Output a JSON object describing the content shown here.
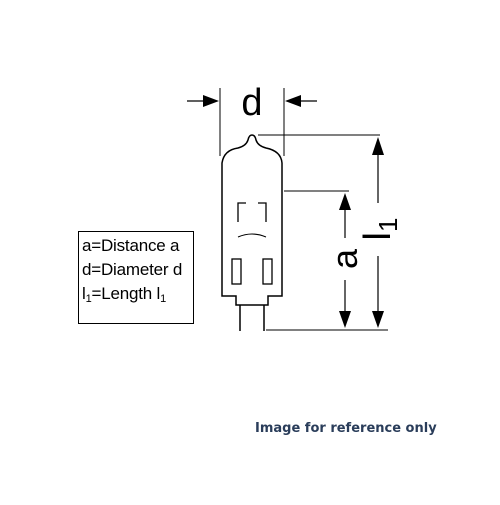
{
  "labels": {
    "d": "d",
    "a": "a",
    "l_main": "l",
    "l_sub": "1"
  },
  "legend": {
    "line1": "a=Distance a",
    "line2": "d=Diameter d",
    "line3_prefix": "l",
    "line3_sub1": "1",
    "line3_mid": "=Length l",
    "line3_sub2": "1"
  },
  "caption": "Image for reference only",
  "colors": {
    "line": "#000000",
    "caption": "#2a3d5a",
    "background": "#ffffff"
  }
}
